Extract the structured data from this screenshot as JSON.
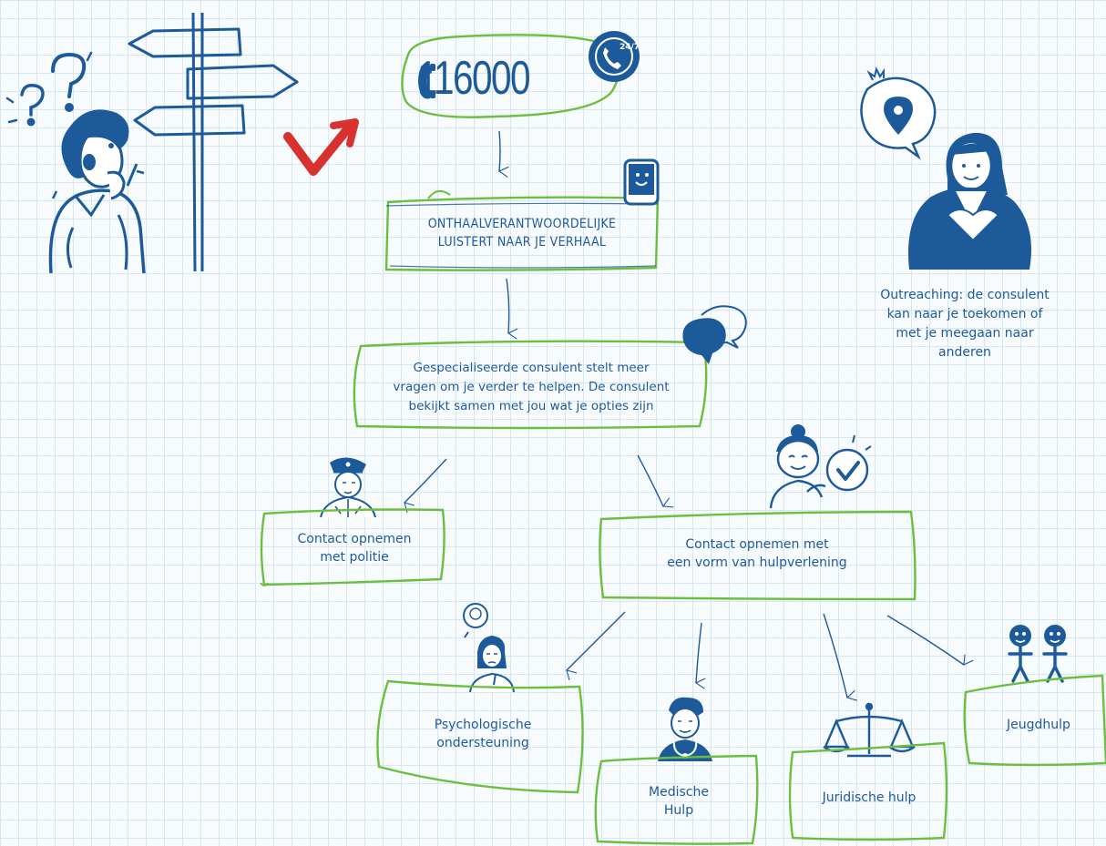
{
  "hotline": {
    "number": "116000",
    "badge": "24/7"
  },
  "steps": {
    "reception": {
      "line1": "ONTHAALVERANTWOORDELIJKE",
      "line2": "LUISTERT NAAR JE VERHAAL"
    },
    "consultant": {
      "line1": "Gespecialiseerde consulent stelt meer",
      "line2": "vragen om je verder te helpen. De consulent",
      "line3": "bekijkt samen met jou wat je opties zijn"
    },
    "police": {
      "line1": "Contact opnemen",
      "line2": "met politie"
    },
    "assistance": {
      "line1": "Contact opnemen met",
      "line2": "een vorm van hulpverlening"
    }
  },
  "outreach": {
    "line1": "Outreaching: de consulent",
    "line2": "kan naar je toekomen of",
    "line3": "met je meegaan naar",
    "line4": "anderen"
  },
  "services": {
    "psychological": {
      "line1": "Psychologische",
      "line2": "ondersteuning"
    },
    "medical": {
      "line1": "Medische",
      "line2": "Hulp"
    },
    "legal": {
      "line1": "Juridische hulp"
    },
    "youth": {
      "line1": "Jeugdhulp"
    }
  },
  "icons": [
    "confused-person-icon",
    "signpost-icon",
    "question-marks-icon",
    "check-mark-icon",
    "phone-icon",
    "phone-24-7-icon",
    "smartphone-icon",
    "speech-bubbles-icon",
    "location-pin-icon",
    "consultant-woman-icon",
    "police-officer-icon",
    "helper-woman-icon",
    "thinking-woman-icon",
    "doctor-icon",
    "scales-icon",
    "children-icon"
  ],
  "colors": {
    "ink": "#1d5a9a",
    "box_outline": "#6cbf3e",
    "accent": "#d8322e",
    "grid": "#d6e6f2"
  }
}
